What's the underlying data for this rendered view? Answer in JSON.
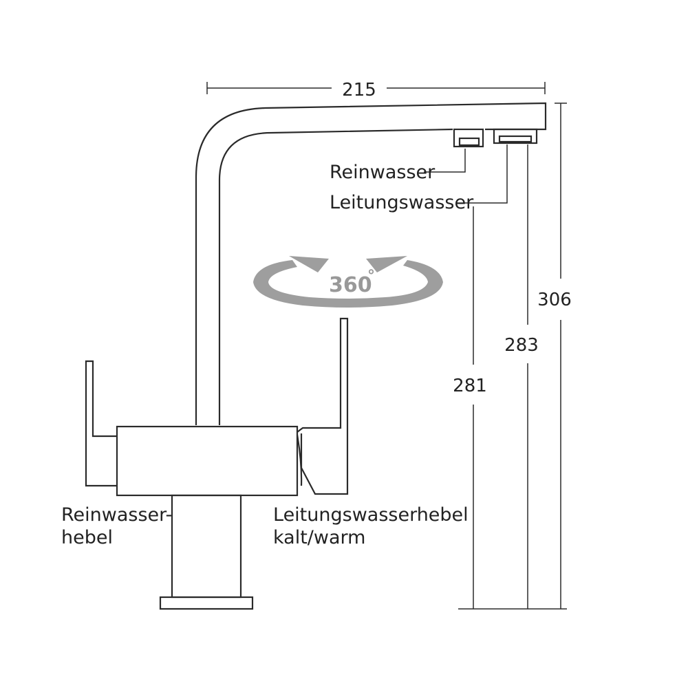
{
  "dimensions": {
    "width": "215",
    "height_total": "306",
    "height_outlet_tap": "283",
    "height_outlet_pure": "281"
  },
  "callouts": {
    "pure_outlet": "Reinwasser",
    "tap_outlet": "Leitungswasser",
    "pure_lever_line1": "Reinwasser-",
    "pure_lever_line2": "hebel",
    "tap_lever_line1": "Leitungswasserhebel",
    "tap_lever_line2": "kalt/warm"
  },
  "rotation": {
    "label": "360",
    "unit_mark": "°"
  },
  "colors": {
    "line": "#2a2a2a",
    "arrow": "#9e9e9e",
    "text": "#222222"
  }
}
